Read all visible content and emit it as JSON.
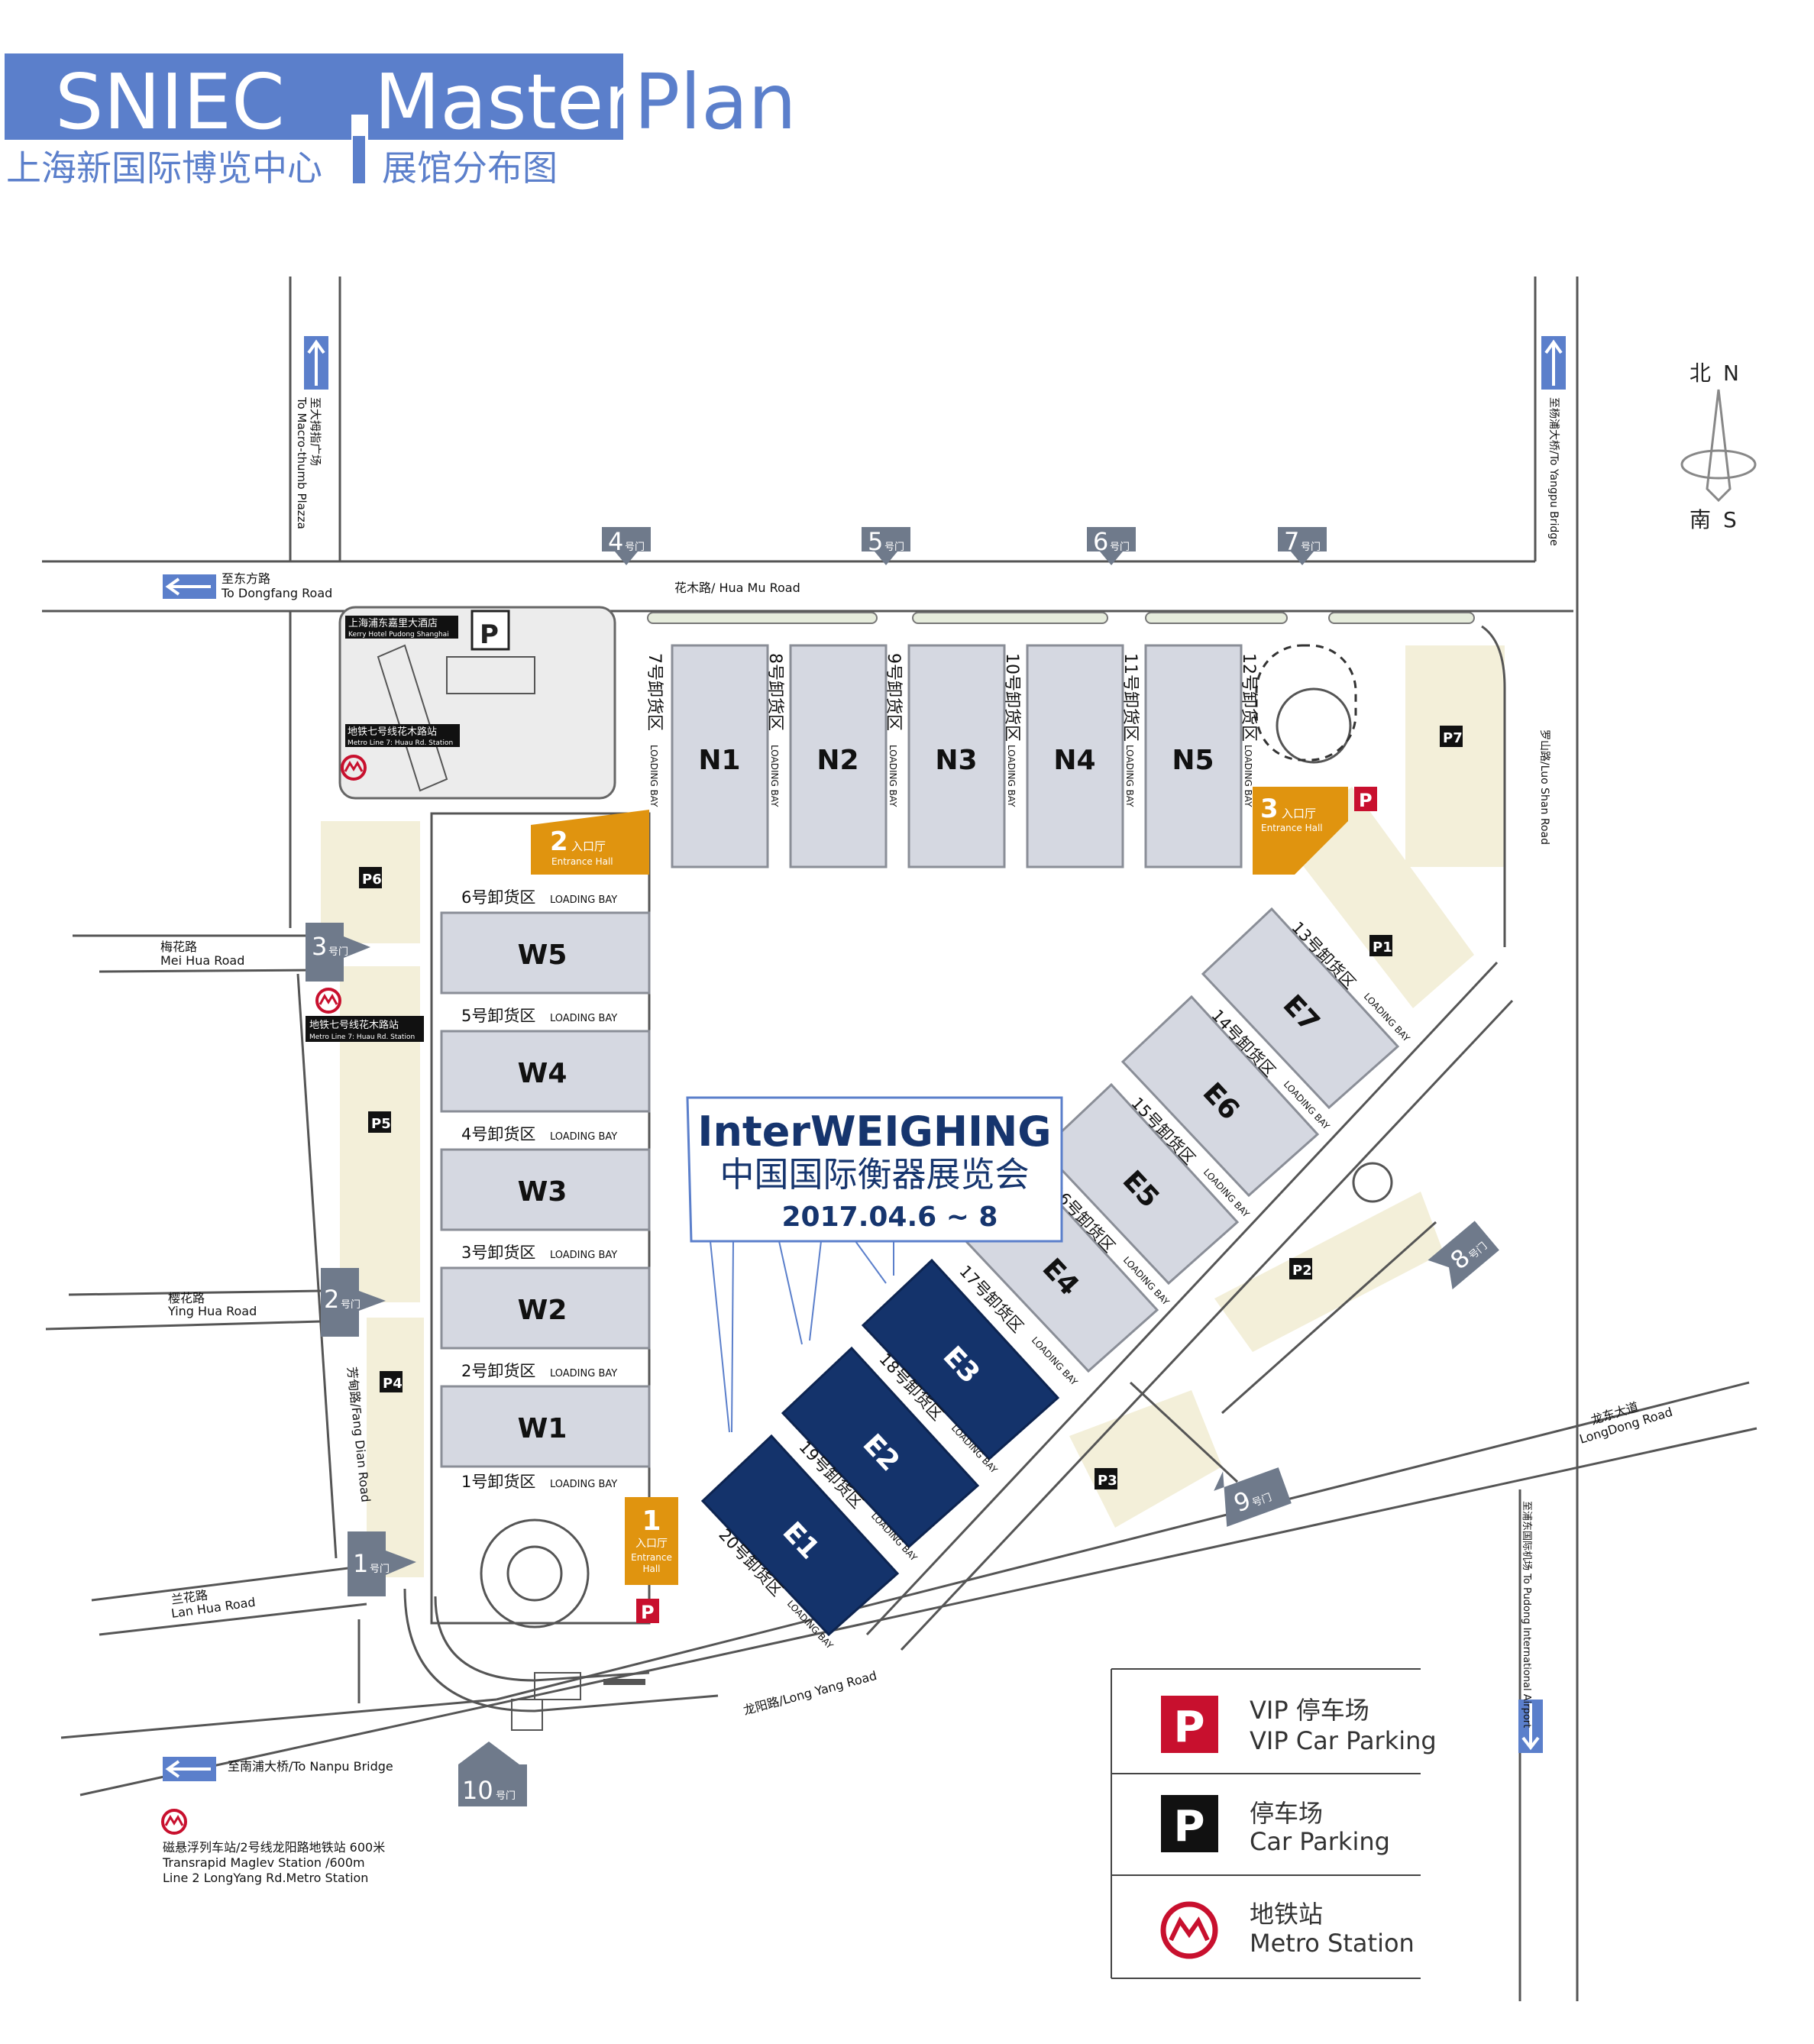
{
  "header": {
    "title_a": "SNIEC",
    "title_b": "Master",
    "title_c": "Plan",
    "subtitle_cn_1": "上海新国际博览中心",
    "subtitle_cn_2": "展馆分布图"
  },
  "colors": {
    "header_bar": "#5b7fcb",
    "hall_light": "#d5d8e1",
    "hall_dark": "#14336b",
    "entrance": "#e0940f",
    "gate": "#6f7a8b",
    "parking_area": "#f3efd9",
    "vip_parking": "#c8102e",
    "metro": "#c8102e"
  },
  "compass": {
    "north_cn": "北",
    "north": "N",
    "south_cn": "南",
    "south": "S"
  },
  "roads": {
    "huamu": "花木路/ Hua Mu Road",
    "dongfang_cn": "至东方路",
    "dongfang_en": "To Dongfang Road",
    "macro_cn": "至大拇指广场",
    "macro_en": "To Macro-thumb Plazza",
    "yangpu": "至杨浦大桥/To Yangpu Bridge",
    "luoshan": "罗山路/Luo Shan Road",
    "meihua_cn": "梅花路",
    "meihua_en": "Mei Hua Road",
    "yinghua_cn": "樱花路",
    "yinghua_en": "Ying Hua Road",
    "fangdian": "芳甸路/Fang Dian Road",
    "lanhua_cn": "兰花路",
    "lanhua_en": "Lan Hua Road",
    "longyang": "龙阳路/Long Yang Road",
    "nanpu": "至南浦大桥/To Nanpu Bridge",
    "longdong_cn": "龙东大道",
    "longdong_en": "LongDong Road",
    "pudong_airport": "至浦东国际机场 To Pudong International Airport"
  },
  "gates": [
    {
      "num": "1",
      "suffix": "号门"
    },
    {
      "num": "2",
      "suffix": "号门"
    },
    {
      "num": "3",
      "suffix": "号门"
    },
    {
      "num": "4",
      "suffix": "号门"
    },
    {
      "num": "5",
      "suffix": "号门"
    },
    {
      "num": "6",
      "suffix": "号门"
    },
    {
      "num": "7",
      "suffix": "号门"
    },
    {
      "num": "8",
      "suffix": "号门"
    },
    {
      "num": "9",
      "suffix": "号门"
    },
    {
      "num": "10",
      "suffix": "号门"
    }
  ],
  "entrances": [
    {
      "num": "1",
      "cn": "入口厅",
      "en1": "Entrance",
      "en2": "Hall"
    },
    {
      "num": "2",
      "cn": "入口厅",
      "en": "Entrance Hall"
    },
    {
      "num": "3",
      "cn": "入口厅",
      "en": "Entrance Hall"
    }
  ],
  "halls": {
    "north": [
      "N1",
      "N2",
      "N3",
      "N4",
      "N5"
    ],
    "west": [
      "W5",
      "W4",
      "W3",
      "W2",
      "W1"
    ],
    "east": [
      "E1",
      "E2",
      "E3",
      "E4",
      "E5",
      "E6",
      "E7"
    ]
  },
  "loading": {
    "en": "LOADING BAY",
    "north_cn": [
      "7号卸货区",
      "8号卸货区",
      "9号卸货区",
      "10号卸货区",
      "11号卸货区",
      "12号卸货区"
    ],
    "west_cn": [
      "6号卸货区",
      "5号卸货区",
      "4号卸货区",
      "3号卸货区",
      "2号卸货区",
      "1号卸货区"
    ],
    "east_cn": [
      "13号卸货区",
      "14号卸货区",
      "15号卸货区",
      "16号卸货区",
      "17号卸货区",
      "18号卸货区",
      "19号卸货区",
      "20号卸货区"
    ]
  },
  "parking": [
    "P1",
    "P2",
    "P3",
    "P4",
    "P5",
    "P6",
    "P7"
  ],
  "hotel": {
    "cn": "上海浦东嘉里大酒店",
    "en": "Kerry Hotel Pudong Shanghai"
  },
  "metro_huamu": {
    "cn": "地铁七号线花木路站",
    "en": "Metro Line 7: Huau Rd. Station"
  },
  "metro_south": {
    "line1": "磁悬浮列车站/2号线龙阳路地铁站  600米",
    "line2": "Transrapid Maglev Station  /600m",
    "line3": "Line 2 LongYang Rd.Metro Station"
  },
  "event": {
    "name": "InterWEIGHING",
    "cn": "中国国际衡器展览会",
    "date": "2017.04.6 ~ 8"
  },
  "legend": {
    "vip_cn": "VIP 停车场",
    "vip_en": "VIP Car Parking",
    "park_cn": "停车场",
    "park_en": "Car Parking",
    "metro_cn": "地铁站",
    "metro_en": "Metro Station",
    "p_letter": "P"
  }
}
